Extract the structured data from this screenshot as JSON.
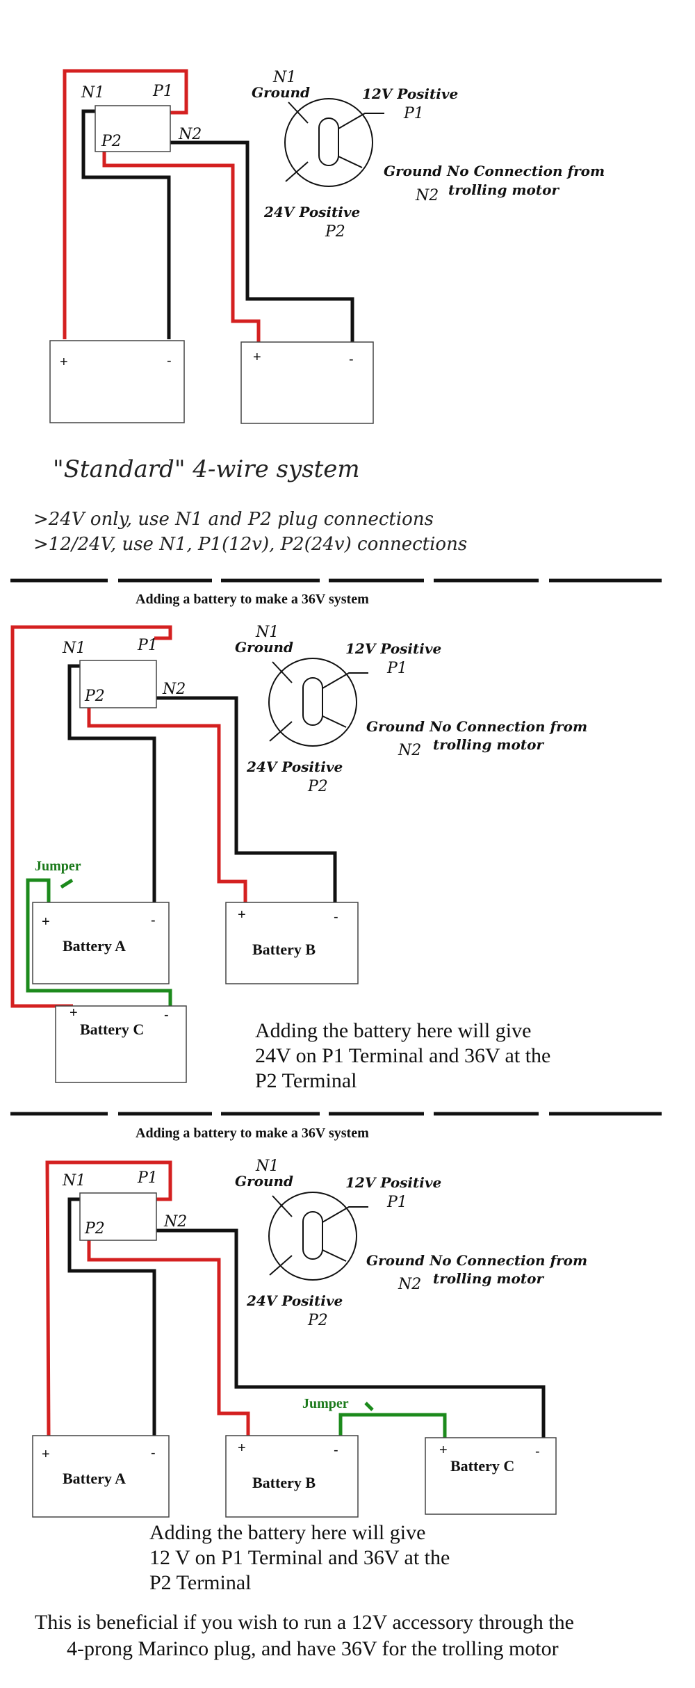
{
  "plug": {
    "n1": "N1",
    "p1": "P1",
    "p2": "P2",
    "n2": "N2",
    "ground": "Ground",
    "v12_positive": "12V Positive",
    "v24_positive": "24V Positive",
    "ground_no_connection": "Ground No Connection from",
    "trolling_motor": "trolling motor"
  },
  "battery": {
    "plus": "+",
    "minus": "-"
  },
  "section1": {
    "title": "\"Standard\" 4-wire system",
    "note_line1": ">24V only, use  N1 and P2 plug connections",
    "note_line2": ">12/24V,  use N1, P1(12v), P2(24v) connections"
  },
  "section2": {
    "header": "Adding a battery to make a 36V system",
    "jumper": "Jumper",
    "battery_a": "Battery A",
    "battery_b": "Battery B",
    "battery_c": "Battery C",
    "desc_line1": "Adding the battery here will give",
    "desc_line2": "24V on P1 Terminal and 36V at the",
    "desc_line3": "P2 Terminal"
  },
  "section3": {
    "header": "Adding a battery to make a 36V system",
    "jumper": "Jumper",
    "battery_a": "Battery A",
    "battery_b": "Battery B",
    "battery_c": "Battery C",
    "desc_line1": "Adding the battery here will give",
    "desc_line2": "12 V on P1 Terminal and 36V at the",
    "desc_line3": "P2 Terminal"
  },
  "footer": {
    "line1": "This is beneficial if you wish to run a 12V accessory through the",
    "line2": "4-prong Marinco plug, and have 36V for the trolling motor"
  },
  "colors": {
    "positive_wire": "#d42020",
    "negative_wire": "#111111",
    "jumper_wire": "#1c8a1c"
  }
}
